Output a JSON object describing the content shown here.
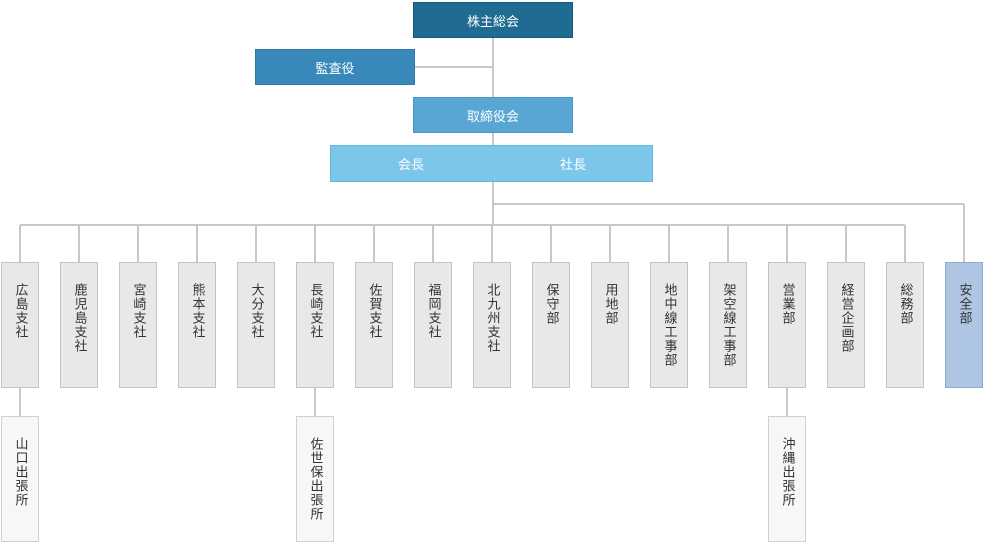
{
  "top": {
    "shareholders": "株主総会",
    "auditor": "監査役",
    "board": "取締役会",
    "chairman": "会長",
    "president": "社長"
  },
  "departments": [
    {
      "label": "広島支社"
    },
    {
      "label": "鹿児島支社"
    },
    {
      "label": "宮崎支社"
    },
    {
      "label": "熊本支社"
    },
    {
      "label": "大分支社"
    },
    {
      "label": "長崎支社"
    },
    {
      "label": "佐賀支社"
    },
    {
      "label": "福岡支社"
    },
    {
      "label": "北九州支社"
    },
    {
      "label": "保守部"
    },
    {
      "label": "用地部"
    },
    {
      "label": "地中線工事部"
    },
    {
      "label": "架空線工事部"
    },
    {
      "label": "営業部"
    },
    {
      "label": "経営企画部"
    },
    {
      "label": "総務部"
    },
    {
      "label": "安全部"
    }
  ],
  "branch_offices": [
    {
      "label": "山口出張所"
    },
    {
      "label": "佐世保出張所"
    },
    {
      "label": "沖縄出張所"
    }
  ],
  "colors": {
    "shareholders": "#1f6b92",
    "auditor": "#3889b9",
    "board": "#58a6d4",
    "executive": "#7cc6ea",
    "department": "#e8e8e8",
    "safety": "#aec6e3",
    "branch_office": "#f7f7f7",
    "line": "#c8c8c8"
  }
}
